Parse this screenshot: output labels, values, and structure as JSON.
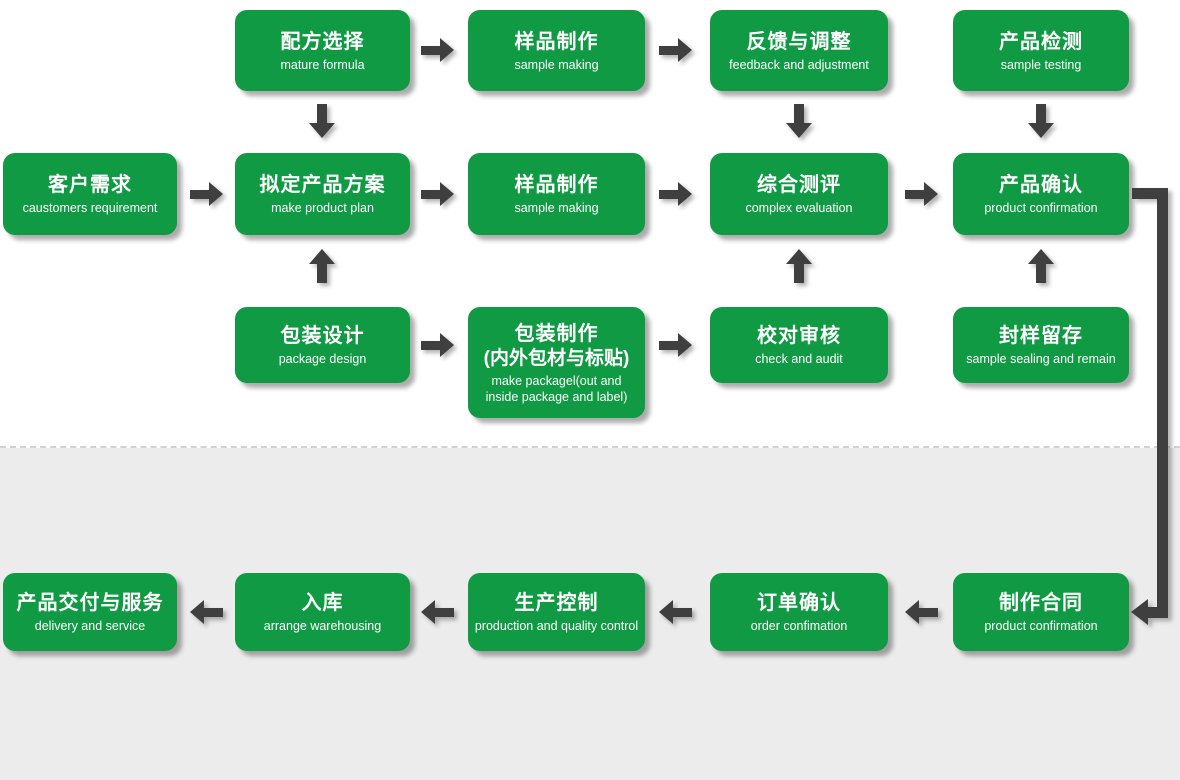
{
  "colors": {
    "box_green": "#109a44",
    "arrow_dark": "#3f3f3f",
    "bg_gray": "#ececec",
    "divider_dash": "#d2d2d2",
    "text_white": "#ffffff"
  },
  "flow": {
    "top_row": [
      {
        "title": "配方选择",
        "subtitle": "mature formula"
      },
      {
        "title": "样品制作",
        "subtitle": "sample making"
      },
      {
        "title": "反馈与调整",
        "subtitle": "feedback and adjustment"
      },
      {
        "title": "产品检测",
        "subtitle": "sample testing"
      }
    ],
    "middle_row": [
      {
        "title": "客户需求",
        "subtitle": "caustomers requirement"
      },
      {
        "title": "拟定产品方案",
        "subtitle": "make product plan"
      },
      {
        "title": "样品制作",
        "subtitle": "sample making"
      },
      {
        "title": "综合测评",
        "subtitle": "complex evaluation"
      },
      {
        "title": "产品确认",
        "subtitle": "product confirmation"
      }
    ],
    "third_row": [
      {
        "title": "包装设计",
        "subtitle": "package design"
      },
      {
        "title": "包装制作",
        "title2": "(内外包材与标贴)",
        "subtitle": "make packagel(out and inside package and label)"
      },
      {
        "title": "校对审核",
        "subtitle": "check and audit"
      },
      {
        "title": "封样留存",
        "subtitle": "sample sealing and remain"
      }
    ],
    "bottom_row": [
      {
        "title": "产品交付与服务",
        "subtitle": "delivery and service"
      },
      {
        "title": "入库",
        "subtitle": "arrange warehousing"
      },
      {
        "title": "生产控制",
        "subtitle": "production and quality control"
      },
      {
        "title": "订单确认",
        "subtitle": "order confimation"
      },
      {
        "title": "制作合同",
        "subtitle": "product confirmation"
      }
    ]
  }
}
